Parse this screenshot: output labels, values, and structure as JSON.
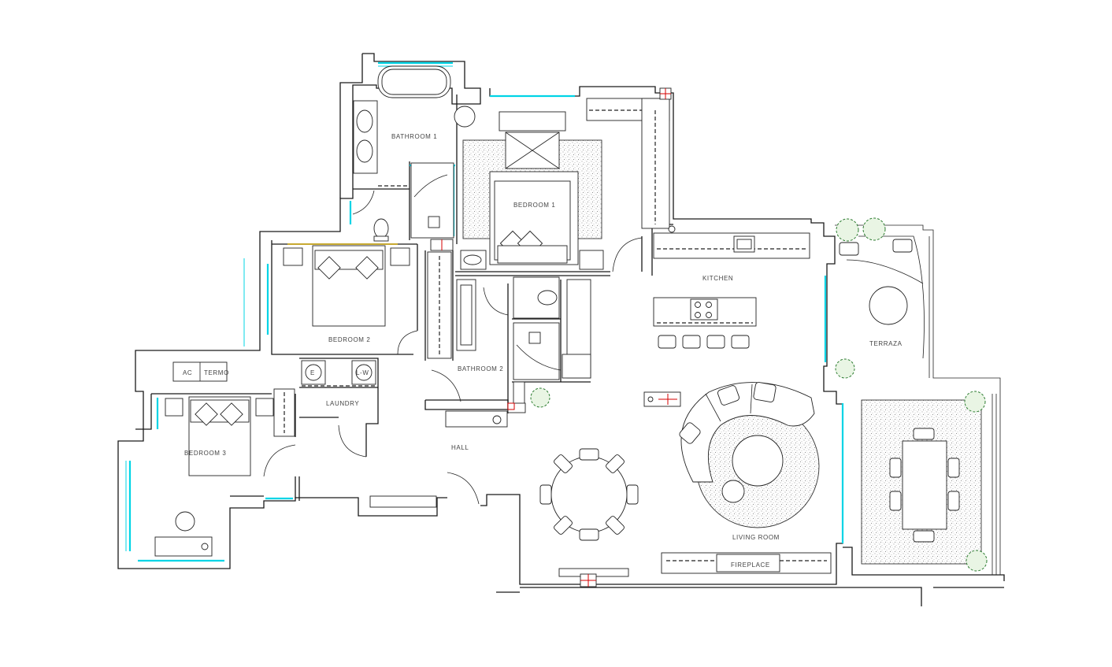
{
  "rooms": {
    "bathroom_1": "BATHROOM 1",
    "bedroom_1": "BEDROOM 1",
    "bedroom_2": "BEDROOM 2",
    "bathroom_2": "BATHROOM 2",
    "bedroom_3": "BEDROOM 3",
    "laundry": "LAUNDRY",
    "hall": "HALL",
    "kitchen": "KITCHEN",
    "terraza": "TERRAZA",
    "living_room": "LIVING ROOM",
    "fireplace": "FIREPLACE"
  },
  "fixtures": {
    "ac": "AC",
    "termo": "TERMO",
    "e": "E",
    "lw": "L-W"
  },
  "colors": {
    "wall": "#1a1a1a",
    "window": "#00d4e6",
    "plant": "#2e7d32",
    "accent_red": "#d40000",
    "accent_green": "#00c000"
  }
}
